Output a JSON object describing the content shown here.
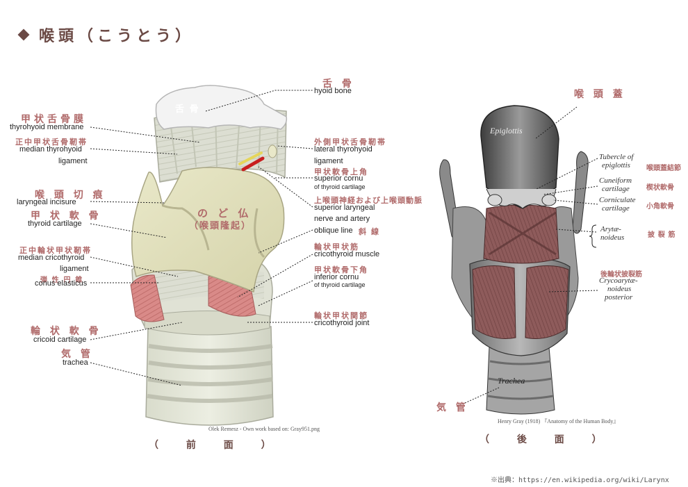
{
  "title": "喉頭（こうとう）",
  "front": {
    "caption": "（ 前 面 ）",
    "credit": "Olek Remesz - Own work based on: Gray951.png",
    "center_jp": "舌 骨",
    "adams_jp": "の ど 仏",
    "adams_sub": "（喉頭隆起）",
    "labels": {
      "hyoid_jp": "舌 骨",
      "hyoid_en": "hyoid bone",
      "thyrohyoid_mem_jp": "甲状舌骨膜",
      "thyrohyoid_mem_en": "thyrohyoid membrane",
      "median_thyrohyoid_jp": "正中甲状舌骨靭帯",
      "median_thyrohyoid_en": "median thyrohyoid",
      "median_thyrohyoid_en2": "ligament",
      "laryngeal_incisure_jp": "喉 頭 切 痕",
      "laryngeal_incisure_en": "laryngeal incisure",
      "thyroid_cart_jp": "甲 状 軟 骨",
      "thyroid_cart_en": "thyroid cartilage",
      "median_cricothyroid_jp": "正中輪状甲状靭帯",
      "median_cricothyroid_en": "median cricothyroid",
      "median_cricothyroid_en2": "ligament",
      "conus_jp": "弾 性 円 錐",
      "conus_en": "conus elasticus",
      "cricoid_jp": "輪 状 軟 骨",
      "cricoid_en": "cricoid cartilage",
      "trachea_jp": "気 管",
      "trachea_en": "trachea",
      "lateral_thyrohyoid_jp": "外側甲状舌骨靭帯",
      "lateral_thyrohyoid_en": "lateral thyrohyoid",
      "lateral_thyrohyoid_en2": "ligament",
      "superior_cornu_jp": "甲状軟骨上角",
      "superior_cornu_en": "superior cornu",
      "superior_cornu_en2": "of thyroid cartilage",
      "sup_laryngeal_jp": "上喉頭神経および上喉頭動脈",
      "sup_laryngeal_en": "superior laryngeal",
      "sup_laryngeal_en2": "nerve and artery",
      "oblique_en": "oblique line",
      "oblique_jp": "斜 線",
      "cricothyroid_m_jp": "輪状甲状筋",
      "cricothyroid_m_en": "cricothyroid muscle",
      "inferior_cornu_jp": "甲状軟骨下角",
      "inferior_cornu_en": "inferior cornu",
      "inferior_cornu_en2": "of thyroid cartilage",
      "cricothyroid_j_jp": "輪状甲状関節",
      "cricothyroid_j_en": "cricothyroid joint"
    }
  },
  "back": {
    "caption": "（ 後 面 ）",
    "credit": "Henry Gray (1918) 『Anatomy of the Human Body』",
    "epiglottis_jp": "喉 頭 蓋",
    "epiglottis_en": "Epiglottis",
    "trachea_img": "Trachea",
    "trachea_jp": "気 管",
    "labels": {
      "tubercle_en1": "Tubercle of",
      "tubercle_en2": "epiglottis",
      "tubercle_jp": "喉頭蓋結節",
      "cuneiform_en1": "Cuneiform",
      "cuneiform_en2": "cartilage",
      "cuneiform_jp": "楔状軟骨",
      "corniculate_en1": "Corniculate",
      "corniculate_en2": "cartilage",
      "corniculate_jp": "小角軟骨",
      "arytae_en1": "Arytæ-",
      "arytae_en2": "noideus",
      "arytae_jp": "披 裂 筋",
      "post_crico_jp": "後輪状披裂筋",
      "post_crico_en1": "Crycoarytæ-",
      "post_crico_en2": "noideus",
      "post_crico_en3": "posterior"
    }
  },
  "source": "※出典：https://en.wikipedia.org/wiki/Larynx"
}
